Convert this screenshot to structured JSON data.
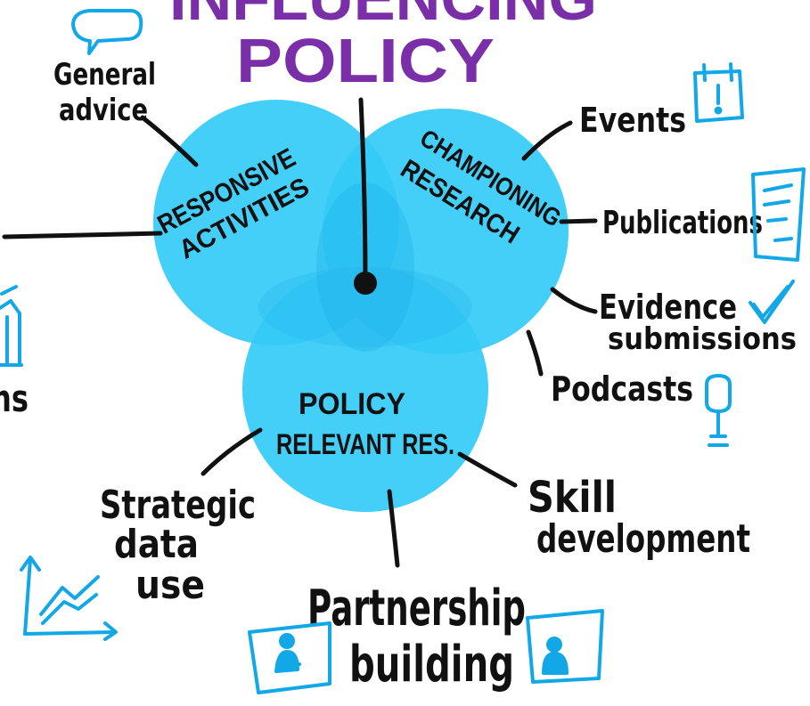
{
  "title": {
    "line1": "INFLUENCING",
    "line2": "POLICY"
  },
  "circles": {
    "responsive": {
      "line1": "RESPONSIVE",
      "line2": "ACTIVITIES"
    },
    "championing": {
      "line1": "CHAMPIONING",
      "line2": "RESEARCH"
    },
    "policy": {
      "line1": "POLICY",
      "line2": "RELEVANT RES."
    }
  },
  "labels": {
    "general_advice": {
      "line1": "General",
      "line2": "advice"
    },
    "events": "Events",
    "publications": "Publications",
    "evidence": {
      "line1": "Evidence",
      "line2": "submissions"
    },
    "podcasts": "Podcasts",
    "skill": {
      "line1": "Skill",
      "line2": "development"
    },
    "partnership": {
      "line1": "Partnership",
      "line2": "building"
    },
    "strategic": {
      "line1": "Strategic",
      "line2": "data",
      "line3": "use"
    },
    "cut_left": "ns"
  },
  "colors": {
    "title": "#7a2fa8",
    "circle_fill": "#2ec7f5",
    "overlap": "#1fb0ea",
    "icon": "#12a8e8",
    "ink": "#111111"
  },
  "icons": [
    "speech-bubble-icon",
    "calendar-alert-icon",
    "document-icon",
    "checkmark-icon",
    "microphone-icon",
    "line-chart-icon",
    "video-call-person-icon",
    "building-icon"
  ]
}
